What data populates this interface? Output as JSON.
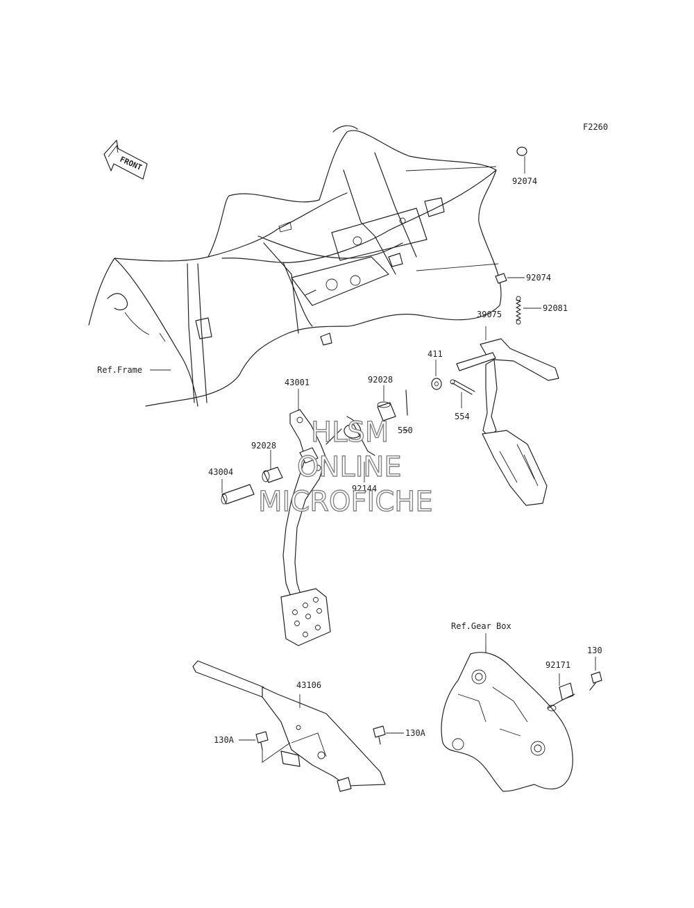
{
  "diagram": {
    "figure_code": "F2260",
    "front_label": "FRONT",
    "watermark": [
      "HLSM",
      "ONLINE",
      "MICROFICHE"
    ],
    "labels": {
      "p92074a": "92074",
      "p92074b": "92074",
      "p92081": "92081",
      "p39075": "39075",
      "p411": "411",
      "p554": "554",
      "ref_frame": "Ref.Frame",
      "p43001": "43001",
      "p92028a": "92028",
      "p550": "550",
      "p92028b": "92028",
      "p43004": "43004",
      "p92144": "92144",
      "ref_gearbox": "Ref.Gear Box",
      "p130": "130",
      "p92171": "92171",
      "p43106": "43106",
      "p130a_left": "130A",
      "p130a_right": "130A"
    }
  }
}
